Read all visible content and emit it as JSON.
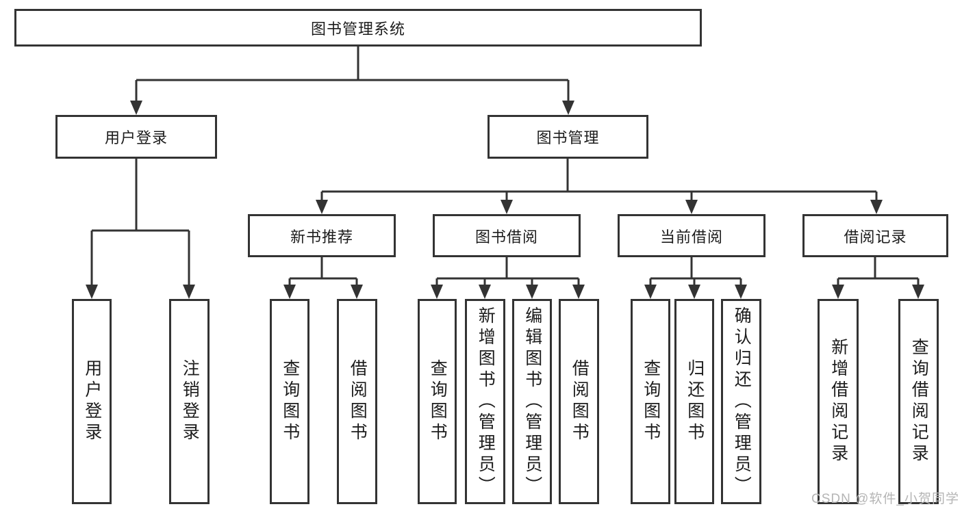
{
  "diagram": {
    "root": {
      "label": "图书管理系统"
    },
    "level2": [
      {
        "label": "用户登录",
        "children": [
          {
            "label": "用户登录"
          },
          {
            "label": "注销登录"
          }
        ]
      },
      {
        "label": "图书管理",
        "children": [
          {
            "label": "新书推荐",
            "children": [
              {
                "label": "查询图书"
              },
              {
                "label": "借阅图书"
              }
            ]
          },
          {
            "label": "图书借阅",
            "children": [
              {
                "label": "查询图书"
              },
              {
                "label": "新增图书（管理员）"
              },
              {
                "label": "编辑图书（管理员）"
              },
              {
                "label": "借阅图书"
              }
            ]
          },
          {
            "label": "当前借阅",
            "children": [
              {
                "label": "查询图书"
              },
              {
                "label": "归还图书"
              },
              {
                "label": "确认归还（管理员）"
              }
            ]
          },
          {
            "label": "借阅记录",
            "children": [
              {
                "label": "新增借阅记录"
              },
              {
                "label": "查询借阅记录"
              }
            ]
          }
        ]
      }
    ]
  },
  "watermark": "CSDN @软件_小贺同学",
  "colors": {
    "line": "#333333",
    "box_border": "#333333",
    "text": "#1c1c1c",
    "watermark": "#b5b5b5",
    "background": "#ffffff"
  }
}
